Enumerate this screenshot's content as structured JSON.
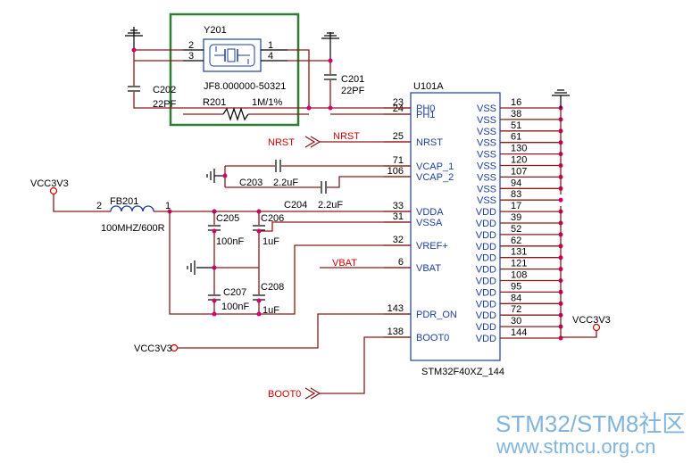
{
  "crystal": {
    "ref": "Y201",
    "part": "JF8.000000-50321",
    "pins": [
      "2",
      "3",
      "1",
      "4"
    ]
  },
  "resistor": {
    "ref": "R201",
    "value": "1M/1%"
  },
  "caps": {
    "c201": {
      "ref": "C201",
      "value": "22PF"
    },
    "c202": {
      "ref": "C202",
      "value": "22PF"
    },
    "c203": {
      "ref": "C203",
      "value": "2.2uF"
    },
    "c204": {
      "ref": "C204",
      "value": "2.2uF"
    },
    "c205": {
      "ref": "C205",
      "value": "100nF"
    },
    "c206": {
      "ref": "C206",
      "value": "1uF"
    },
    "c207": {
      "ref": "C207",
      "value": "100nF"
    },
    "c208": {
      "ref": "C208",
      "value": "1uF"
    }
  },
  "ferrite": {
    "ref": "FB201",
    "value": "100MHZ/600R",
    "pin_left": "2",
    "pin_right": "1"
  },
  "mcu": {
    "ref": "U101A",
    "part": "STM32F40XZ_144"
  },
  "left_pins": [
    {
      "num": "23",
      "name": "PH0"
    },
    {
      "num": "24",
      "name": "PH1"
    },
    {
      "num": "25",
      "name": "NRST"
    },
    {
      "num": "71",
      "name": "VCAP_1"
    },
    {
      "num": "106",
      "name": "VCAP_2"
    },
    {
      "num": "33",
      "name": "VDDA"
    },
    {
      "num": "31",
      "name": "VSSA"
    },
    {
      "num": "32",
      "name": "VREF+"
    },
    {
      "num": "6",
      "name": "VBAT"
    },
    {
      "num": "143",
      "name": "PDR_ON"
    },
    {
      "num": "138",
      "name": "BOOT0"
    }
  ],
  "right_pins": [
    {
      "num": "16",
      "name": "VSS"
    },
    {
      "num": "38",
      "name": "VSS"
    },
    {
      "num": "51",
      "name": "VSS"
    },
    {
      "num": "61",
      "name": "VSS"
    },
    {
      "num": "130",
      "name": "VSS"
    },
    {
      "num": "120",
      "name": "VSS"
    },
    {
      "num": "107",
      "name": "VSS"
    },
    {
      "num": "94",
      "name": "VSS"
    },
    {
      "num": "83",
      "name": "VSS"
    },
    {
      "num": "17",
      "name": "VDD"
    },
    {
      "num": "39",
      "name": "VDD"
    },
    {
      "num": "52",
      "name": "VDD"
    },
    {
      "num": "62",
      "name": "VDD"
    },
    {
      "num": "131",
      "name": "VDD"
    },
    {
      "num": "121",
      "name": "VDD"
    },
    {
      "num": "108",
      "name": "VDD"
    },
    {
      "num": "95",
      "name": "VDD"
    },
    {
      "num": "84",
      "name": "VDD"
    },
    {
      "num": "72",
      "name": "VDD"
    },
    {
      "num": "30",
      "name": "VDD"
    },
    {
      "num": "144",
      "name": "VDD"
    }
  ],
  "nets": {
    "nrst": "NRST",
    "vbat": "VBAT",
    "boot0": "BOOT0",
    "vcc_left": "VCC3V3",
    "vcc_right": "VCC3V3",
    "vcc_pdr": "VCC3V3"
  },
  "watermark": {
    "line1": "STM32/STM8社区",
    "line2": "www.stmcu.org.cn"
  },
  "colors": {
    "wire": "#8b1a1a",
    "pin_name": "#1a3fa0",
    "net_label": "#d40000",
    "junction": "#d4006a",
    "highlight_box": "#2e7d32",
    "watermark": "#7fb4dc"
  }
}
